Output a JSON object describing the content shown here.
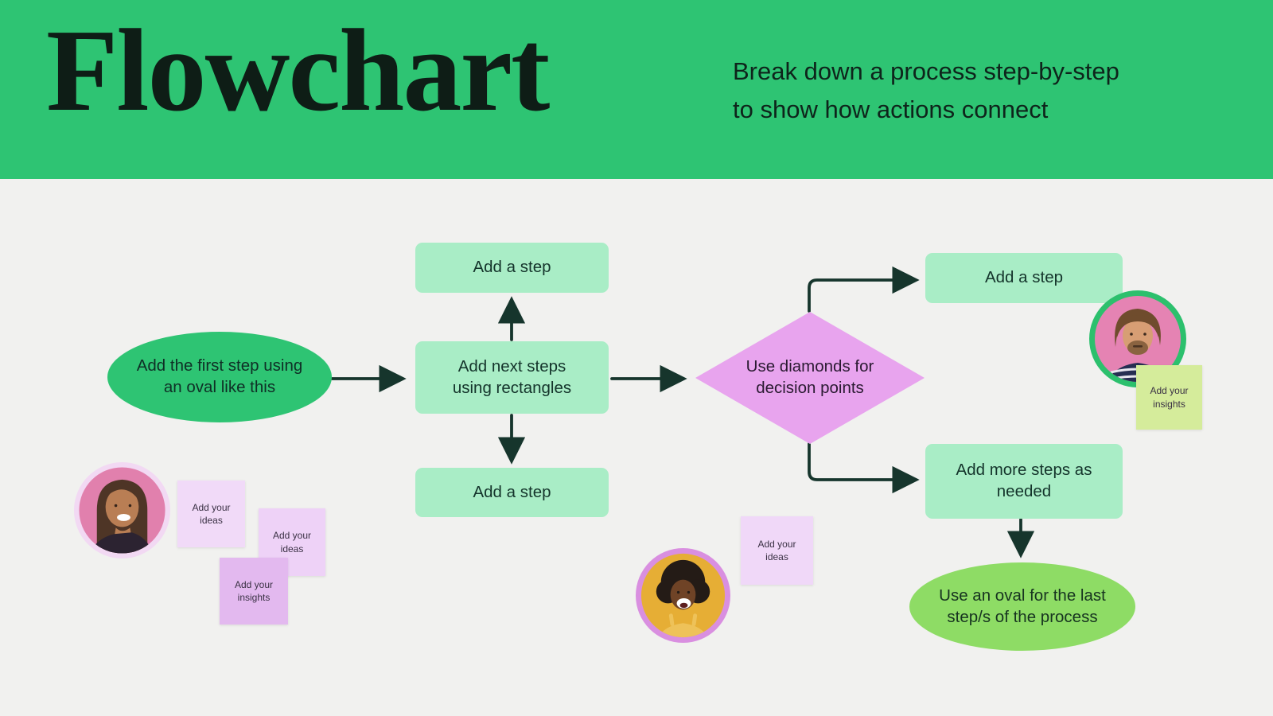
{
  "header": {
    "title": "Flowchart",
    "subtitle_line1": "Break down a process step-by-step",
    "subtitle_line2": "to show how actions connect"
  },
  "nodes": {
    "first_oval": {
      "type": "oval",
      "label": "Add the first step using an oval like this"
    },
    "step_top": {
      "type": "rectangle",
      "label": "Add a step"
    },
    "next_steps": {
      "type": "rectangle",
      "label": "Add next steps using rectangles"
    },
    "step_bottom": {
      "type": "rectangle",
      "label": "Add a step"
    },
    "decision": {
      "type": "diamond",
      "label": "Use diamonds for decision points"
    },
    "step_right": {
      "type": "rectangle",
      "label": "Add a step"
    },
    "more_steps": {
      "type": "rectangle",
      "label": "Add more steps as needed"
    },
    "last_oval": {
      "type": "oval",
      "label": "Use an oval for the last step/s of the process"
    }
  },
  "stickies": [
    {
      "text": "Add your ideas",
      "color": "#f1daf8"
    },
    {
      "text": "Add your ideas",
      "color": "#eed2f7"
    },
    {
      "text": "Add your insights",
      "color": "#e3b9ef"
    },
    {
      "text": "Add your ideas",
      "color": "#f0d8f8"
    },
    {
      "text": "Add your insights",
      "color": "#d5ec9b"
    }
  ],
  "avatars": [
    {
      "icon": "woman-long-hair-avatar",
      "background": "#e180ad",
      "ring": "#f2d9f3"
    },
    {
      "icon": "man-beard-avatar",
      "background": "#e583b3",
      "ring": "#2cc06d"
    },
    {
      "icon": "woman-afro-avatar",
      "background": "#e6ae35",
      "ring": "#d98fe0"
    }
  ],
  "colors": {
    "header_green": "#2ec473",
    "canvas_bg": "#f1f1ef",
    "mint_box": "#a9edc6",
    "green_oval": "#2ec473",
    "lime_oval": "#8edc65",
    "diamond_purple": "#e8a4ee",
    "connector_dark": "#16352c"
  }
}
